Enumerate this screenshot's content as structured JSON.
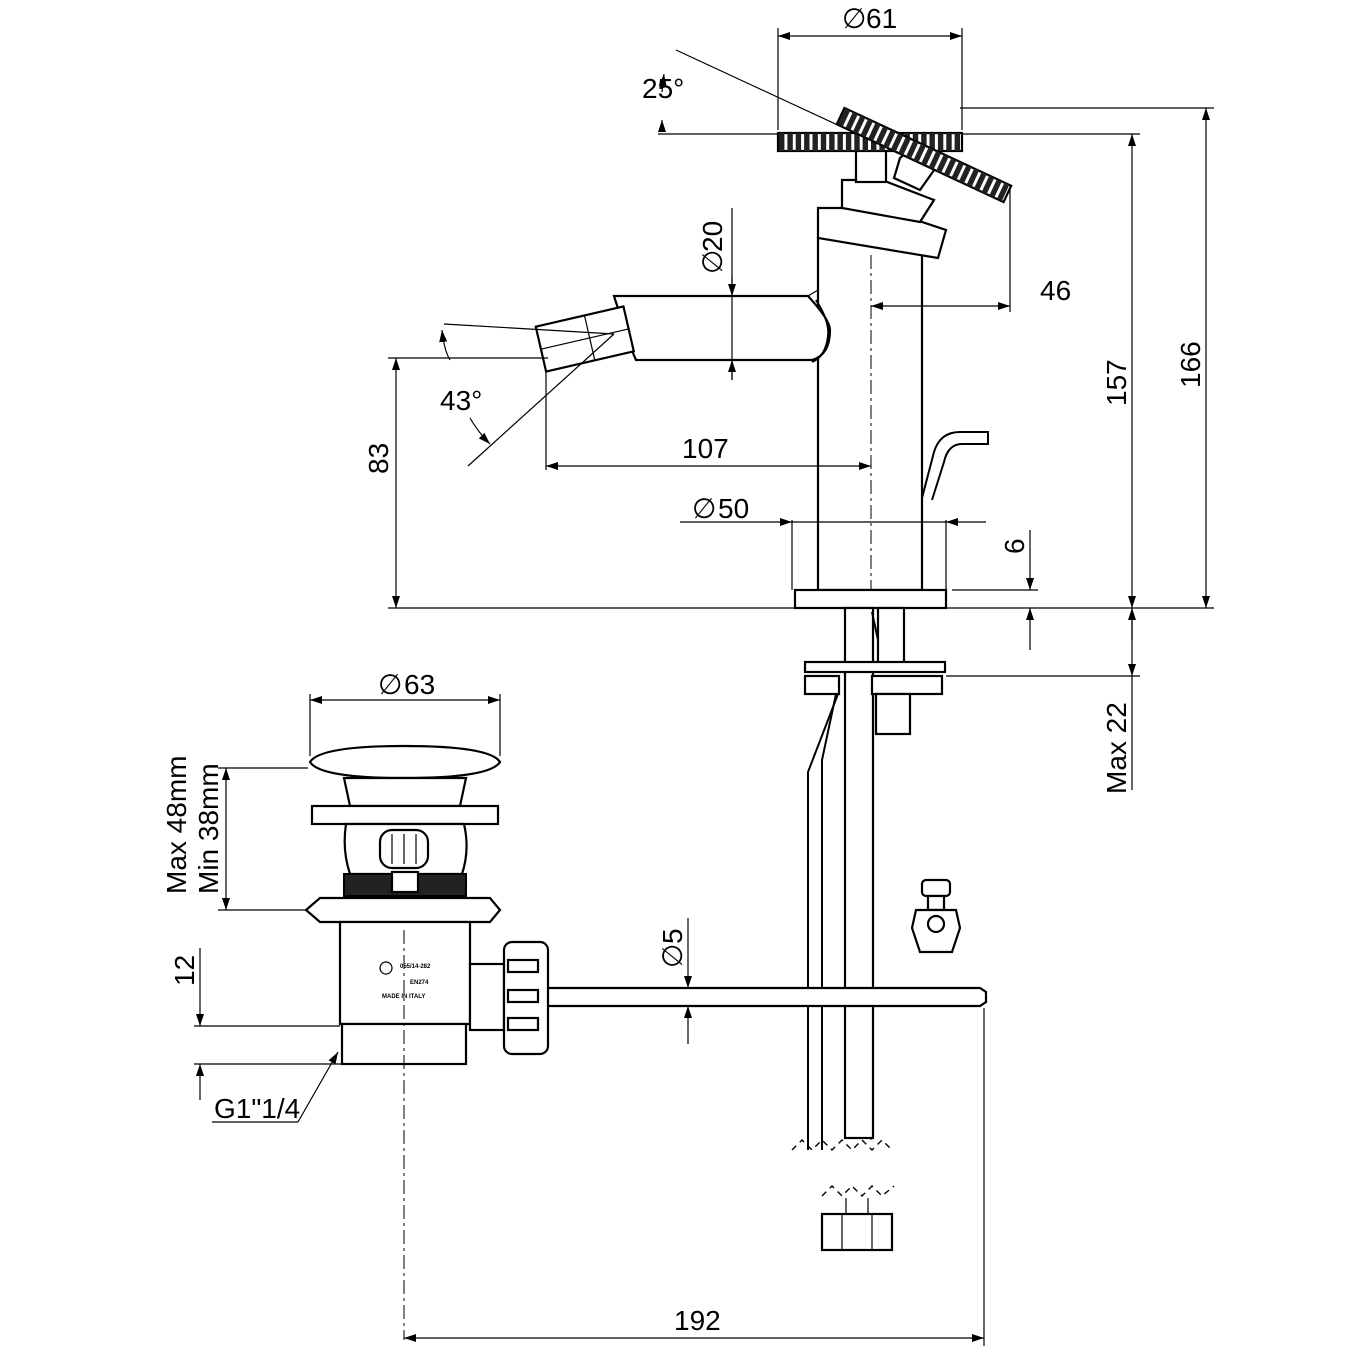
{
  "dimensions": {
    "d61": "61",
    "d20": "20",
    "d50": "50",
    "d63": "63",
    "d5": "5",
    "angle_25": "25°",
    "angle_43": "43°",
    "len_46": "46",
    "len_107": "107",
    "len_83": "83",
    "len_157": "157",
    "len_166": "166",
    "len_6": "6",
    "max_22": "Max 22",
    "max_48": "Max 48mm",
    "min_38": "Min 38mm",
    "len_12": "12",
    "thread": "G1\"1/4",
    "len_192": "192"
  },
  "symbols": {
    "diameter": "∅"
  },
  "waste_markings": {
    "line1": "EN274",
    "line2": "MADE IN ITALY",
    "code": "055/14-282"
  }
}
